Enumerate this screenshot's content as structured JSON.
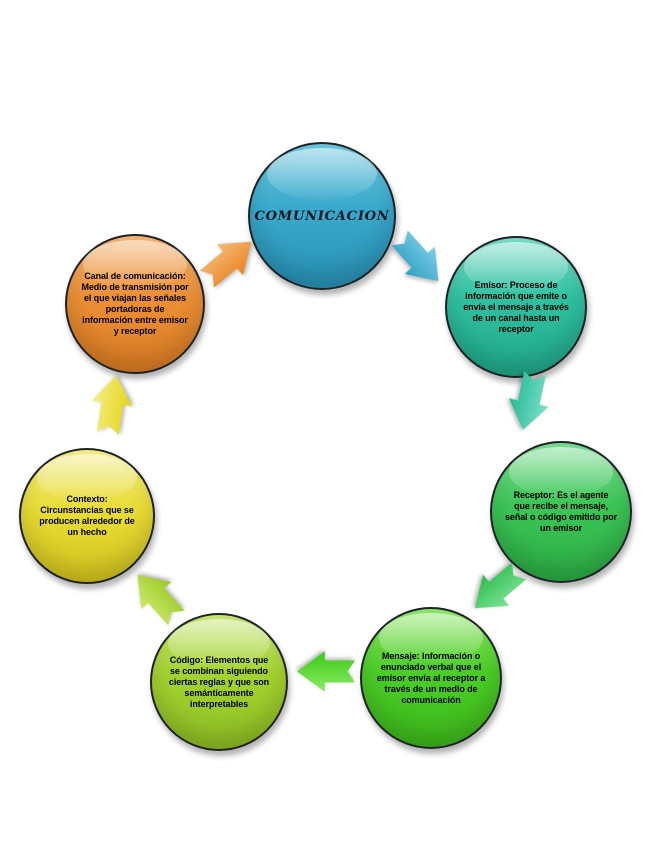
{
  "page": {
    "background_color": "#ffffff"
  },
  "diagram": {
    "type": "cycle",
    "direction": "clockwise",
    "nodes": [
      {
        "id": "comunicacion",
        "label": "COMUNICACION",
        "color": "#38a9cc",
        "shape": "circle",
        "position": "top-center"
      },
      {
        "id": "emisor",
        "label": "Emisor: Proceso de información que emite o envía el mensaje a través de un canal hasta un receptor",
        "color": "#2ec0a0",
        "shape": "circle",
        "position": "upper-right"
      },
      {
        "id": "receptor",
        "label": "Receptor: Es el agente que recibe el mensaje, señal o código emitido por un emisor",
        "color": "#3cc557",
        "shape": "circle",
        "position": "right"
      },
      {
        "id": "mensaje",
        "label": "Mensaje: Información o enunciado verbal que el emisor envía al receptor a través de un medio de comunicación",
        "color": "#4bce26",
        "shape": "circle",
        "position": "bottom-right"
      },
      {
        "id": "codigo",
        "label": "Código: Elementos que se combinan siguiendo ciertas reglas y que son semánticamente interpretables",
        "color": "#a3d32f",
        "shape": "circle",
        "position": "bottom-left"
      },
      {
        "id": "contexto",
        "label": "Contexto: Circunstancias que se producen alrededor de un hecho",
        "color": "#e8dc35",
        "shape": "circle",
        "position": "left"
      },
      {
        "id": "canal",
        "label": "Canal de comunicación: Medio de transmisión por el que viajan las señales portadoras de información entre emisor y receptor",
        "color": "#ec8f35",
        "shape": "circle",
        "position": "upper-left"
      }
    ],
    "arrows": [
      {
        "from": "comunicacion",
        "to": "emisor",
        "color": "#3aaacb",
        "direction": "down-right"
      },
      {
        "from": "emisor",
        "to": "receptor",
        "color": "#2ec0a0",
        "direction": "down"
      },
      {
        "from": "receptor",
        "to": "mensaje",
        "color": "#3cc557",
        "direction": "down-left"
      },
      {
        "from": "mensaje",
        "to": "codigo",
        "color": "#4bce26",
        "direction": "left"
      },
      {
        "from": "codigo",
        "to": "contexto",
        "color": "#a3d32f",
        "direction": "up-left"
      },
      {
        "from": "contexto",
        "to": "canal",
        "color": "#e8dc35",
        "direction": "up"
      },
      {
        "from": "canal",
        "to": "comunicacion",
        "color": "#ec8f35",
        "direction": "up-right"
      }
    ]
  }
}
